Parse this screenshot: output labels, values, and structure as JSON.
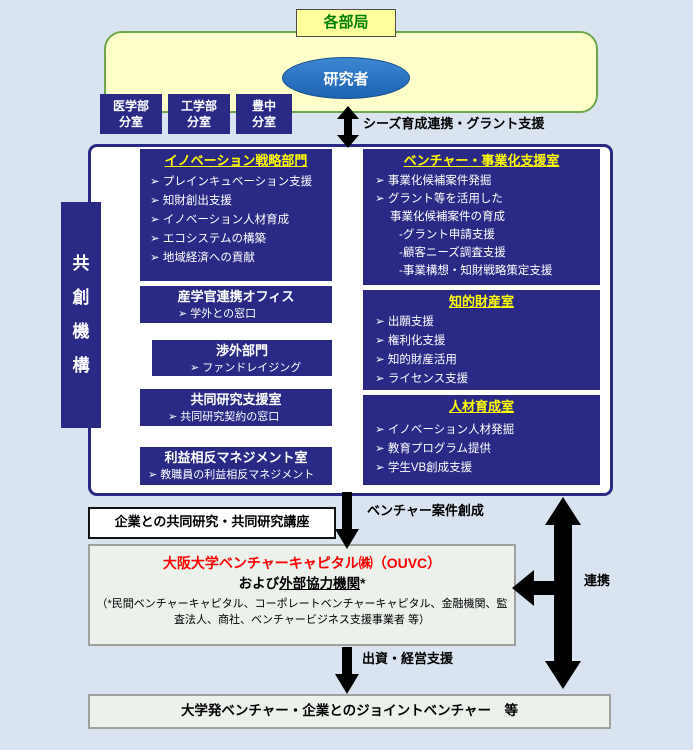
{
  "top": {
    "departments_label": "各部局",
    "researcher_label": "研究者",
    "branch_offices": [
      "医学部\n分室",
      "工学部\n分室",
      "豊中\n分室"
    ],
    "seeds_support_label": "シーズ育成連携・グラント支援"
  },
  "organization": {
    "name": "共創機構",
    "left_units": [
      {
        "title": "イノベーション戦略部門",
        "items": [
          "➢ プレインキュベーション支援",
          "➢ 知財創出支援",
          "➢ イノベーション人材育成",
          "➢ エコシステムの構築",
          "➢ 地域経済への貢献"
        ]
      },
      {
        "title": "産学官連携オフィス",
        "items": [
          "➢ 学外との窓口"
        ]
      },
      {
        "title": "渉外部門",
        "items": [
          "➢ ファンドレイジング"
        ]
      },
      {
        "title": "共同研究支援室",
        "items": [
          "➢ 共同研究契約の窓口"
        ]
      },
      {
        "title": "利益相反マネジメント室",
        "items": [
          "➢ 教職員の利益相反マネジメント"
        ]
      }
    ],
    "right_units": [
      {
        "title": "ベンチャー・事業化支援室",
        "items": [
          "➢ 事業化候補案件発掘",
          "➢ グラント等を活用した\n事業化候補案件の育成",
          "-グラント申請支援",
          "-顧客ニーズ調査支援",
          "-事業構想・知財戦略策定支援"
        ]
      },
      {
        "title": "知的財産室",
        "items": [
          "➢ 出願支援",
          "➢ 権利化支援",
          "➢ 知的財産活用",
          "➢ ライセンス支援"
        ]
      },
      {
        "title": "人材育成室",
        "items": [
          "➢ イノベーション人材発掘",
          "➢ 教育プログラム提供",
          "➢ 学生VB創成支援"
        ]
      }
    ]
  },
  "middle": {
    "joint_research_label": "企業との共同研究・共同研究講座",
    "venture_creation_label": "ベンチャー案件創成"
  },
  "ouvc": {
    "title": "大阪大学ベンチャーキャピタル㈱（OUVC）",
    "subtitle_prefix": "および",
    "subtitle_underlined": "外部協力機関",
    "subtitle_suffix": "*",
    "note": "（*民間ベンチャーキャピタル、コーポレートベンチャーキャピタル、金融機関、監査法人、商社、ベンチャービジネス支援事業者 等）"
  },
  "links": {
    "cooperation_label": "連携",
    "investment_label": "出資・経営支援"
  },
  "bottom": {
    "outcome_label": "大学発ベンチャー・企業とのジョイントベンチャー　等"
  },
  "colors": {
    "navy": "#2a2a86",
    "title_yellow": "#ffff00",
    "dept_green": "#008000",
    "ouvc_red": "#ff0000",
    "background": "#dae4f1"
  }
}
